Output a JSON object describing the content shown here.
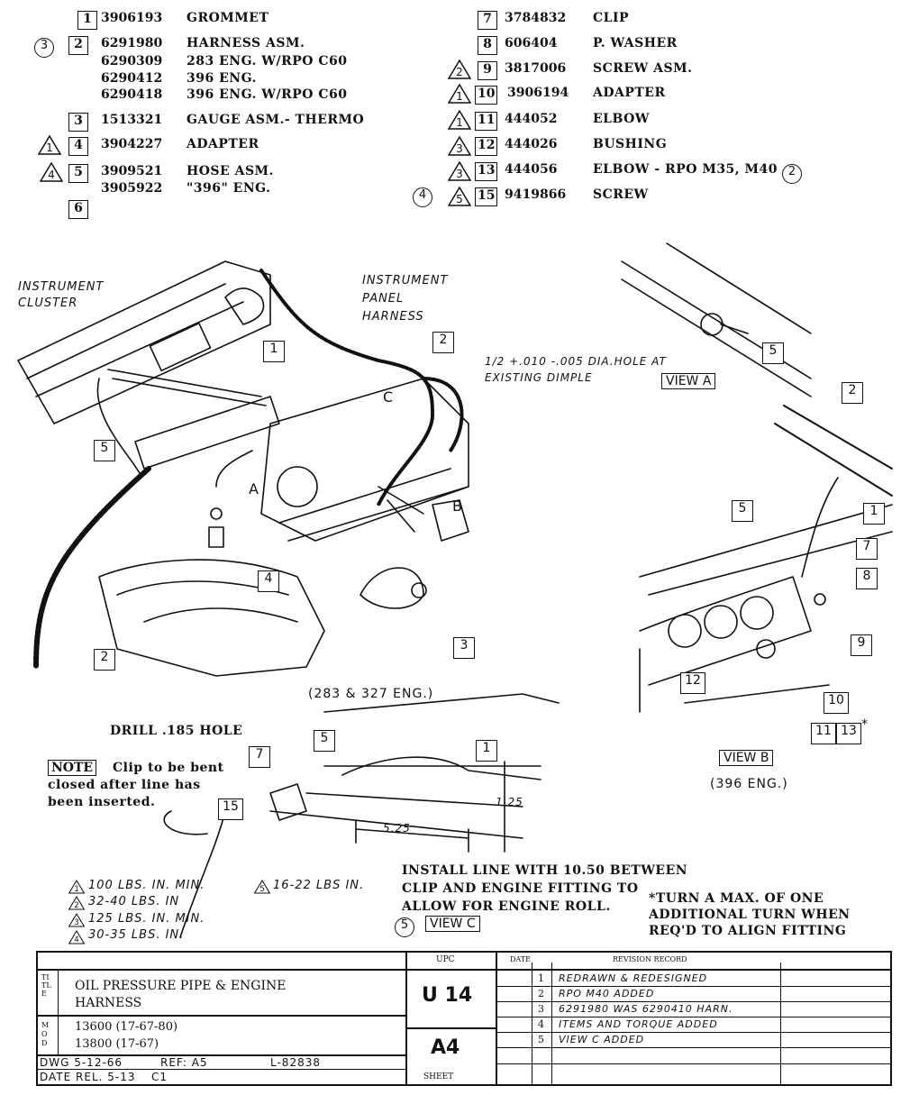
{
  "parts_left": [
    {
      "id": "1",
      "num": "3906193",
      "desc": "GROMMET"
    },
    {
      "id": "2",
      "circle": "3",
      "num": "6291980",
      "desc": "HARNESS ASM."
    },
    {
      "num": "6290309",
      "desc": "283 ENG. W/RPO C60"
    },
    {
      "num": "6290412",
      "desc": "396 ENG."
    },
    {
      "num": "6290418",
      "desc": "396 ENG. W/RPO C60"
    },
    {
      "id": "3",
      "num": "1513321",
      "desc": "GAUGE ASM.- THERMO"
    },
    {
      "id": "4",
      "tri": "1",
      "num": "3904227",
      "desc": "ADAPTER"
    },
    {
      "id": "5",
      "tri": "4",
      "num": "3909521",
      "desc": "HOSE ASM."
    },
    {
      "num": "3905922",
      "desc": "\"396\" ENG."
    },
    {
      "id": "6"
    }
  ],
  "parts_right": [
    {
      "id": "7",
      "num": "3784832",
      "desc": "CLIP"
    },
    {
      "id": "8",
      "num": "606404",
      "desc": "P. WASHER"
    },
    {
      "id": "9",
      "tri": "2",
      "num": "3817006",
      "desc": "SCREW ASM."
    },
    {
      "id": "10",
      "tri": "1",
      "num": "3906194",
      "desc": "ADAPTER"
    },
    {
      "id": "11",
      "tri": "1",
      "num": "444052",
      "desc": "ELBOW"
    },
    {
      "id": "12",
      "tri": "3",
      "num": "444026",
      "desc": "BUSHING"
    },
    {
      "id": "13",
      "tri": "3",
      "num": "444056",
      "desc": "ELBOW - RPO M35, M40",
      "circle_after": "2"
    },
    {
      "id": "15",
      "circle": "4",
      "tri": "5",
      "num": "9419866",
      "desc": "SCREW"
    }
  ],
  "main_view": {
    "instrument_cluster": "INSTRUMENT\nCLUSTER",
    "instrument_panel_harness": "INSTRUMENT\nPANEL\nHARNESS",
    "engine_label": "(283 & 327 ENG.)",
    "letter_a": "A",
    "letter_b": "B",
    "letter_c": "C"
  },
  "view_a": {
    "label": "VIEW A",
    "hole_note": "1/2 +.010 -.005 DIA.HOLE AT\nEXISTING DIMPLE"
  },
  "view_b": {
    "label": "VIEW B",
    "engine": "(396 ENG.)"
  },
  "view_c": {
    "label": "VIEW C",
    "circle": "5",
    "drill": "DRILL .185 HOLE",
    "note_box": "NOTE",
    "note_text": "Clip to be bent\nclosed after line has\nbeen inserted.",
    "dim_525": "5.25",
    "dim_125": "1.25",
    "install": "INSTALL LINE WITH 10.50 BETWEEN\nCLIP AND ENGINE FITTING TO\nALLOW FOR ENGINE ROLL.",
    "turn_note": "*TURN A MAX. OF ONE\nADDITIONAL TURN WHEN\nREQ'D TO ALIGN FITTING"
  },
  "torques": [
    {
      "tri": "1",
      "text": "100 LBS. IN. MIN."
    },
    {
      "tri": "5",
      "text": "16-22 LBS IN."
    },
    {
      "tri": "2",
      "text": "32-40 LBS. IN"
    },
    {
      "tri": "3",
      "text": "125 LBS. IN. MIN."
    },
    {
      "tri": "4",
      "text": "30-35 LBS. IN."
    }
  ],
  "title_block": {
    "title_label": "TITLE",
    "title": "OIL PRESSURE PIPE & ENGINE\nHARNESS",
    "mod_label": "MOD",
    "mod1": "13600 (17-67-80)",
    "mod2": "13800 (17-67)",
    "upc_header": "UPC",
    "upc": "U 14",
    "sheet": "A4",
    "sheet_label": "SHEET",
    "date_header": "DATE",
    "rev_header": "REVISION RECORD",
    "dwg": "DWG 5-12-66",
    "ref": "REF: A5",
    "l_number": "L-82838",
    "date_rel": "DATE REL. 5-13",
    "c1": "C1",
    "revisions": [
      {
        "n": "1",
        "text": "REDRAWN & REDESIGNED"
      },
      {
        "n": "2",
        "text": "RPO M40 ADDED"
      },
      {
        "n": "3",
        "text": "6291980 WAS 6290410 HARN."
      },
      {
        "n": "4",
        "text": "ITEMS AND TORQUE ADDED"
      },
      {
        "n": "5",
        "text": "VIEW C ADDED"
      }
    ]
  }
}
